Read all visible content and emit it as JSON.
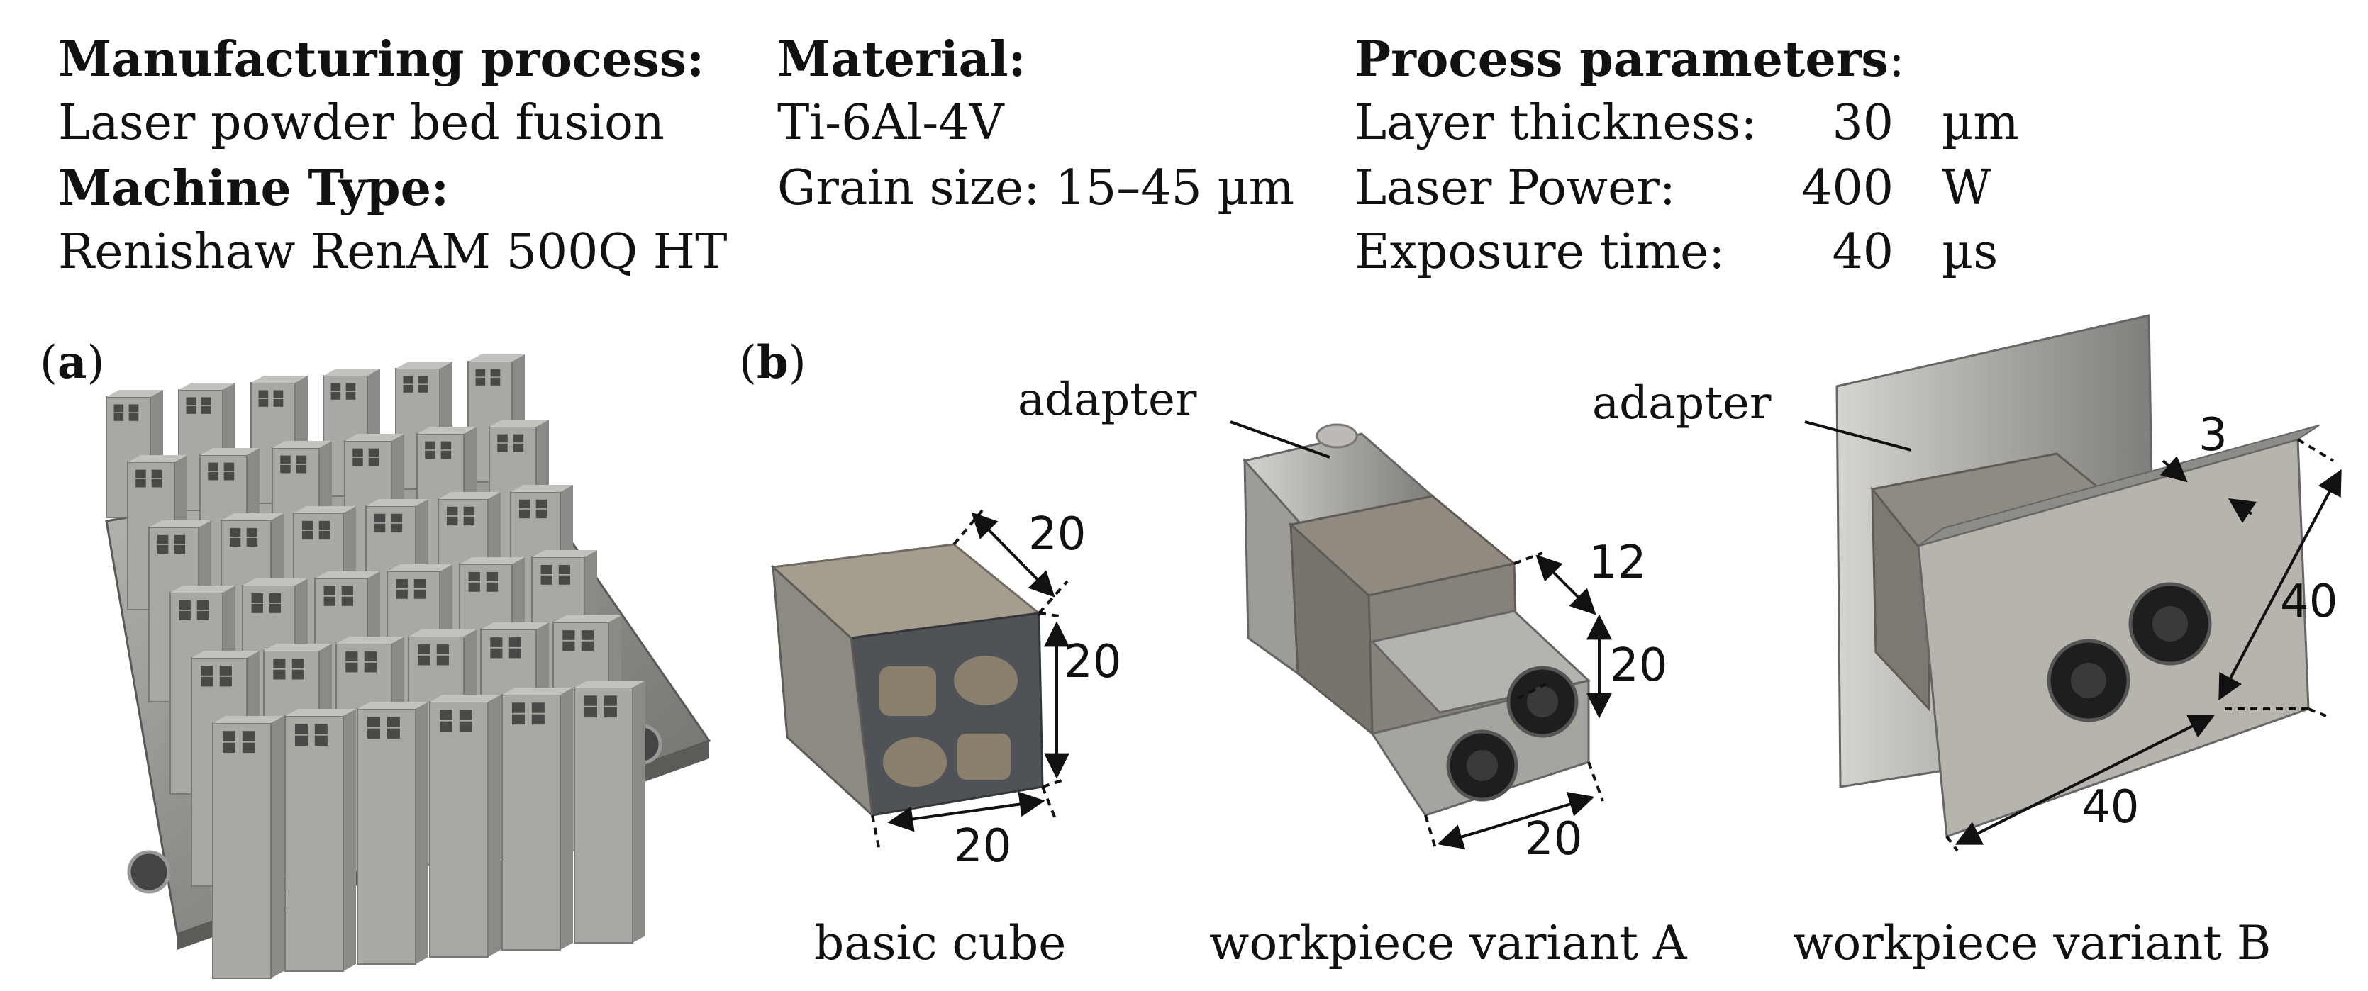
{
  "header": {
    "process_title": "Manufacturing process:",
    "process_value": "Laser powder bed fusion",
    "machine_title": "Machine Type:",
    "machine_value": "Renishaw RenAM 500Q HT",
    "material_title": "Material:",
    "material_value": "Ti-6Al-4V",
    "grain_value": "Grain size: 15–45 µm",
    "params_title": "Process parameters",
    "params_colon": ":",
    "params": [
      {
        "label": "Layer thickness:",
        "value": "30",
        "unit": "µm"
      },
      {
        "label": "Laser Power:",
        "value": "400",
        "unit": "W"
      },
      {
        "label": "Exposure time:",
        "value": "40",
        "unit": "µs"
      }
    ]
  },
  "panels": {
    "a": {
      "open": "(",
      "letter": "a",
      "close": ")"
    },
    "b": {
      "open": "(",
      "letter": "b",
      "close": ")"
    }
  },
  "specimens": {
    "cube": {
      "caption": "basic cube",
      "dims": [
        "20",
        "20",
        "20"
      ]
    },
    "variant_a": {
      "caption": "workpiece variant A",
      "adapter_label": "adapter",
      "dims": [
        "12",
        "20",
        "20"
      ]
    },
    "variant_b": {
      "caption": "workpiece variant B",
      "adapter_label": "adapter",
      "dims": [
        "3",
        "40",
        "40"
      ]
    }
  }
}
